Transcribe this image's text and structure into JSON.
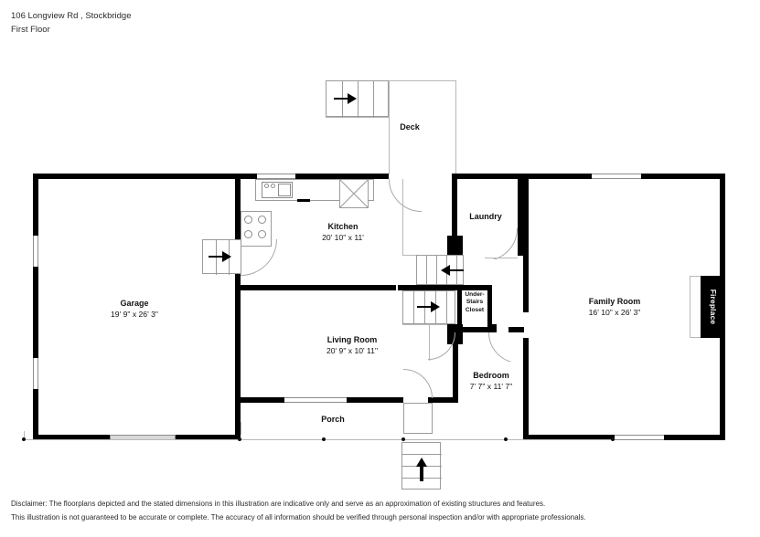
{
  "header": {
    "address": "106 Longview Rd , Stockbridge",
    "floor": "First Floor"
  },
  "rooms": [
    {
      "name": "Garage",
      "dimensions": "19' 9\" x 26' 3\""
    },
    {
      "name": "Kitchen",
      "dimensions": "20' 10\" x 11'"
    },
    {
      "name": "Living Room",
      "dimensions": "20' 9\" x 10' 11\""
    },
    {
      "name": "Family Room",
      "dimensions": "16' 10\" x 26' 3\""
    },
    {
      "name": "Bedroom",
      "dimensions": "7' 7\" x 11' 7\""
    },
    {
      "name": "Laundry",
      "dimensions": ""
    },
    {
      "name": "Deck",
      "dimensions": ""
    },
    {
      "name": "Porch",
      "dimensions": ""
    }
  ],
  "features": {
    "fireplace": "Fireplace",
    "closet_line1": "Under-",
    "closet_line2": "Stairs",
    "closet_line3": "Closet"
  },
  "disclaimer": {
    "line1": "Disclaimer: The floorplans depicted and the stated dimensions in this illustration are indicative only and serve as an approximation of existing structures and features.",
    "line2": "This illustration is not guaranteed to be accurate or complete. The accuracy of all information should be verified through personal inspection and/or with appropriate professionals."
  },
  "colors": {
    "wall": "#000000",
    "thin_wall": "#9b9b9b",
    "background": "#ffffff",
    "text": "#1a1a1a"
  }
}
